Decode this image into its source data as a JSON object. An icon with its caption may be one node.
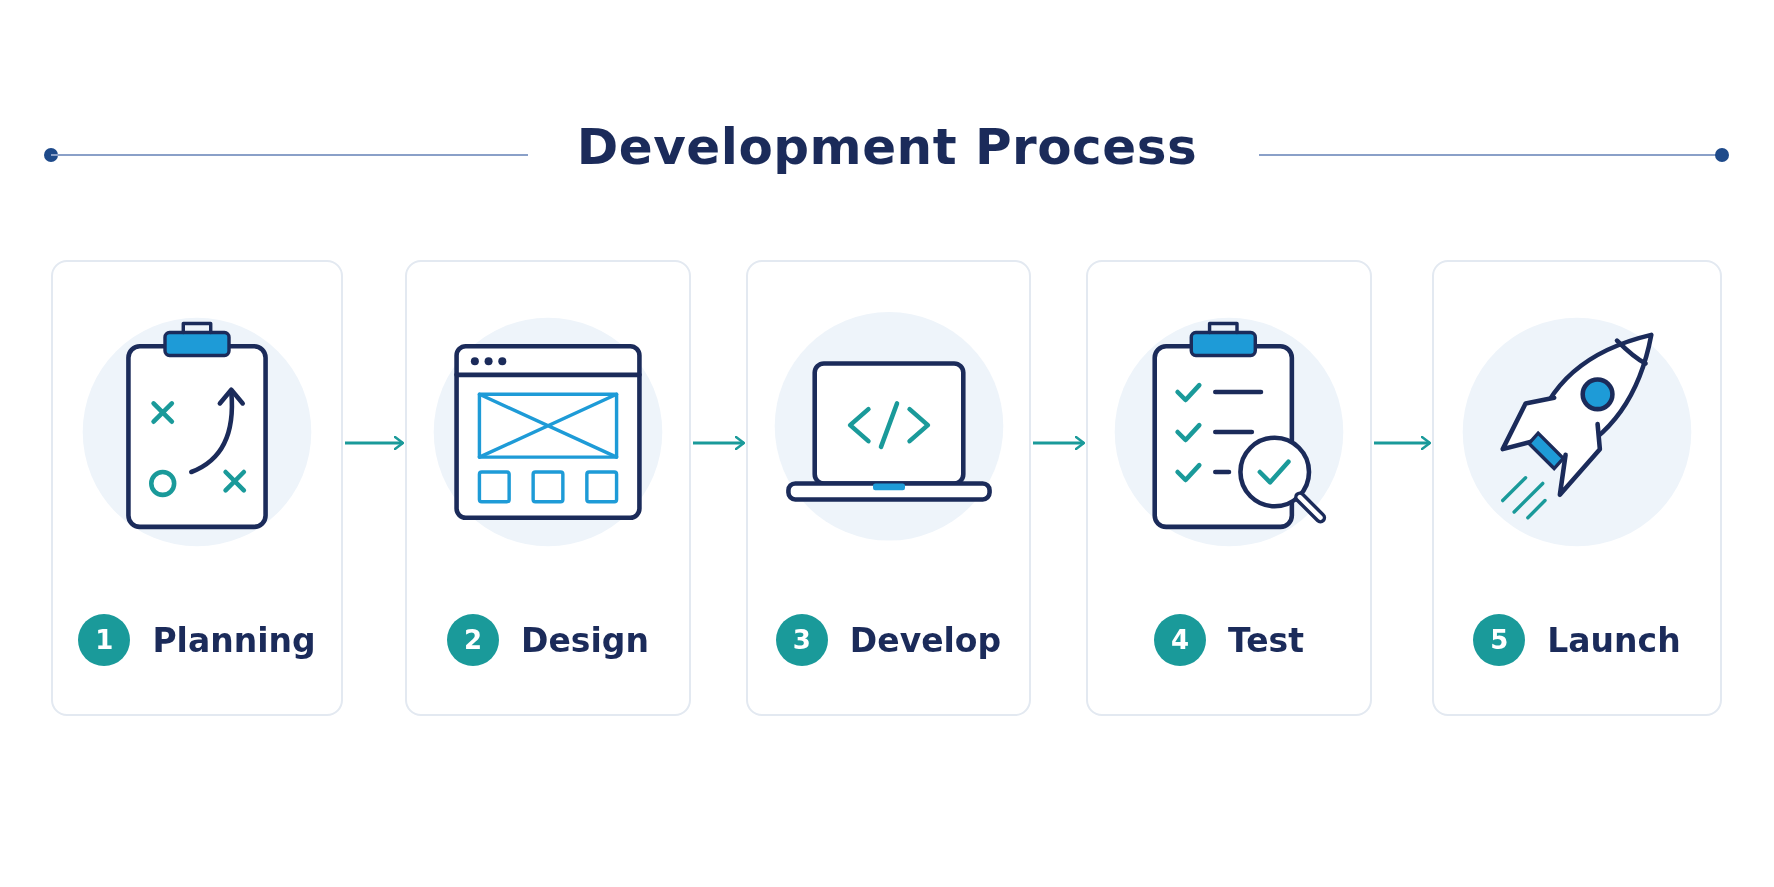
{
  "diagram": {
    "title": "Development Process",
    "nodes": [
      {
        "text": [
          "1",
          "Planning"
        ]
      },
      {
        "text": [
          "2",
          "Design"
        ]
      },
      {
        "text": [
          "3",
          "Develop"
        ]
      },
      {
        "text": [
          "4",
          "Test"
        ]
      },
      {
        "text": [
          "5",
          "Launch"
        ]
      }
    ],
    "edges": [
      {
        "from": 0,
        "to": 1,
        "arrow": "to"
      },
      {
        "from": 1,
        "to": 2,
        "arrow": "to"
      },
      {
        "from": 2,
        "to": 3,
        "arrow": "to"
      },
      {
        "from": 3,
        "to": 4,
        "arrow": "to"
      }
    ]
  }
}
